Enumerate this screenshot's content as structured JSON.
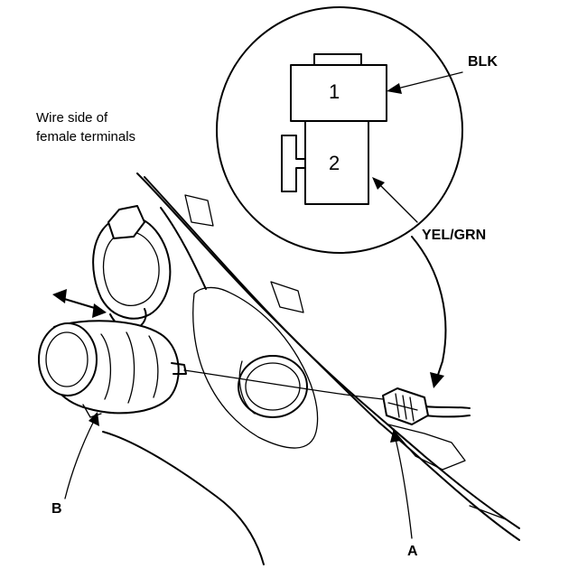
{
  "callout": {
    "line1": "Wire side of",
    "line2": "female terminals"
  },
  "wires": {
    "terminal1_color": "BLK",
    "terminal2_color": "YEL/GRN"
  },
  "terminals": {
    "cavity1": "1",
    "cavity2": "2"
  },
  "parts": {
    "a": "A",
    "b": "B"
  }
}
